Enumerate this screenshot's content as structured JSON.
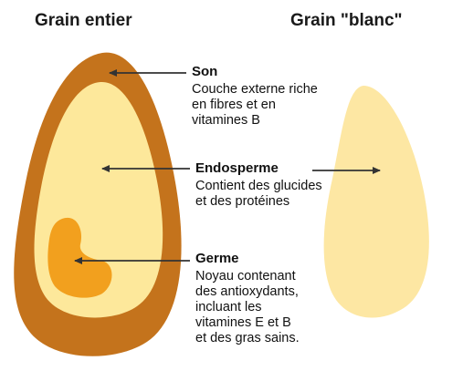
{
  "titles": {
    "whole_grain": "Grain entier",
    "white_grain": "Grain \"blanc\""
  },
  "parts": {
    "son": {
      "label": "Son",
      "description": "Couche externe riche\nen fibres et en\nvitamines B"
    },
    "endosperme": {
      "label": "Endosperme",
      "description": "Contient des glucides\net des protéines"
    },
    "germe": {
      "label": "Germe",
      "description": "Noyau contenant\ndes antioxydants,\nincluant les\nvitamines E et B\net des gras sains."
    }
  },
  "colors": {
    "bran": "#c4731c",
    "endosperm": "#fde89b",
    "germ": "#f2a01e",
    "white_grain": "#fde7a3",
    "arrow": "#333333",
    "text": "#111111"
  }
}
